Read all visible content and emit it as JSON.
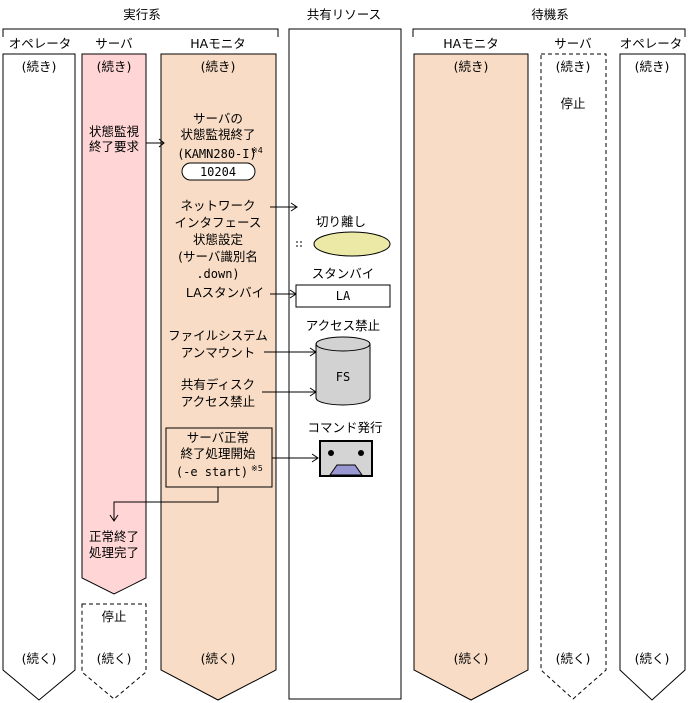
{
  "groups": {
    "active": "実行系",
    "shared": "共有リソース",
    "standby": "待機系"
  },
  "lanes": {
    "operator": "オペレータ",
    "server": "サーバ",
    "ha_monitor": "HAモニタ"
  },
  "cont_top": "(続き)",
  "cont_bottom": "(続く)",
  "stop": "停止",
  "server_lane": {
    "status_monitor_end_request": [
      "状態監視",
      "終了要求"
    ],
    "normal_end_done": [
      "正常終了",
      "処理完了"
    ]
  },
  "ha_lane": {
    "monitor_end": [
      "サーバの",
      "状態監視終了"
    ],
    "message_id": "(KAMN280-I)",
    "note_4": "※4",
    "message_code": "10204",
    "network": [
      "ネットワーク",
      "インタフェース",
      "状態設定",
      "(サーバ識別名",
      ".down)"
    ],
    "la_standby": "LAスタンバイ",
    "fs_unmount": [
      "ファイルシステム",
      "アンマウント"
    ],
    "disk_block": [
      "共有ディスク",
      "アクセス禁止"
    ],
    "server_stop_start": [
      "サーバ正常",
      "終了処理開始"
    ],
    "e_start": "(-e start)",
    "note_5": "※5"
  },
  "shared_resources": {
    "detach": "切り離し",
    "standby_label": "スタンバイ",
    "la_box": "LA",
    "access_block": "アクセス禁止",
    "fs": "FS",
    "command_issue": "コマンド発行"
  },
  "colors": {
    "server_fill": "#ffd5d5",
    "ha_fill": "#f8dcc5",
    "ellipse_fill": "#ece9a6",
    "disk_fill": "#d2d2d2",
    "cmd_box_fill": "#d4d4d4",
    "cmd_trapezoid": "#9a98d2"
  }
}
